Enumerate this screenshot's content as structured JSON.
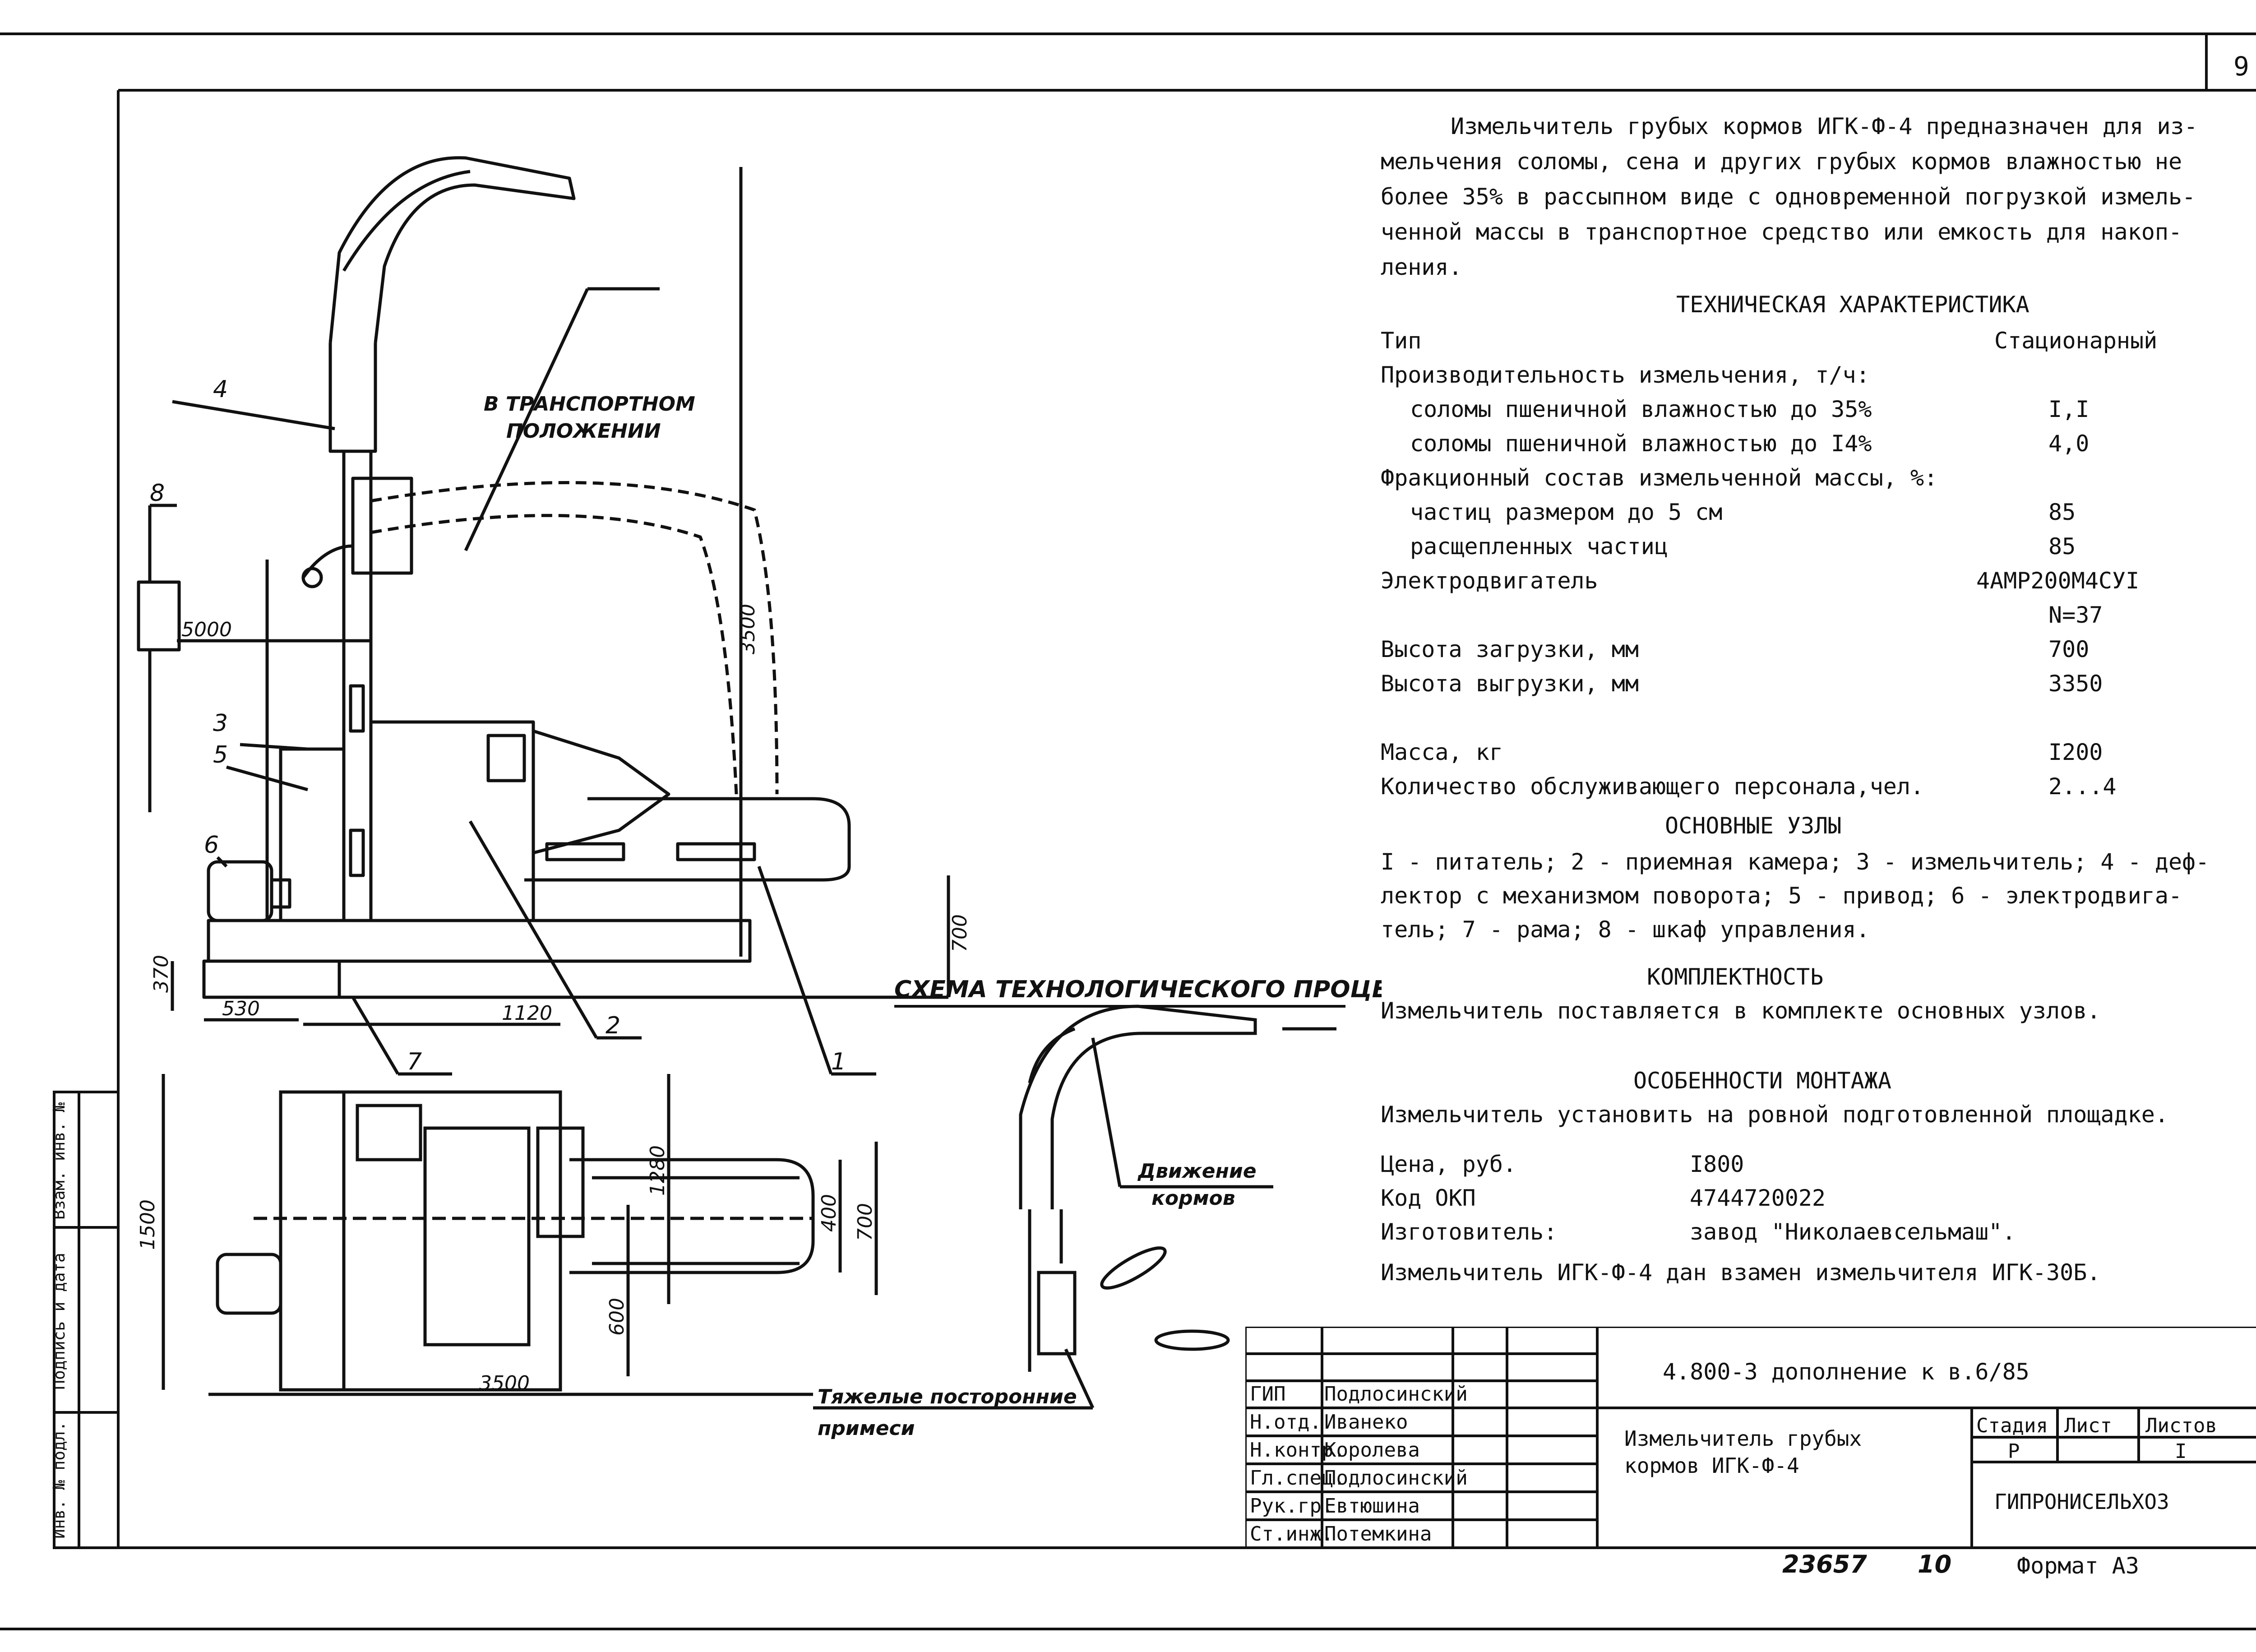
{
  "sheet": {
    "page_number": "9"
  },
  "intro_text": [
    "Измельчитель грубых кормов ИГК-Ф-4 предназначен для из-",
    "мельчения соломы, сена и других грубых кормов влажностью не",
    "более 35% в рассыпном виде с одновременной погрузкой измель-",
    "ченной массы в транспортное средство или емкость для накоп-",
    "ления."
  ],
  "tech": {
    "title": "ТЕХНИЧЕСКАЯ ХАРАКТЕРИСТИКА",
    "rows": [
      {
        "label": "Тип",
        "value": "Стационарный",
        "indent": false
      },
      {
        "label": "Производительность измельчения, т/ч:",
        "value": "",
        "indent": false
      },
      {
        "label": "соломы пшеничной влажностью до 35%",
        "value": "I,I",
        "indent": true
      },
      {
        "label": "соломы пшеничной влажностью до I4%",
        "value": "4,0",
        "indent": true
      },
      {
        "label": "Фракционный состав измельченной массы, %:",
        "value": "",
        "indent": false
      },
      {
        "label": "частиц размером до 5 см",
        "value": "85",
        "indent": true
      },
      {
        "label": "расщепленных частиц",
        "value": "85",
        "indent": true
      },
      {
        "label": "Электродвигатель",
        "value": "4АМР200М4СУI",
        "indent": false
      },
      {
        "label": "",
        "value": "N=37",
        "indent": false
      },
      {
        "label": "Высота загрузки, мм",
        "value": "700",
        "indent": false
      },
      {
        "label": "Высота выгрузки, мм",
        "value": "3350",
        "indent": false
      },
      {
        "label": "",
        "value": "",
        "indent": false
      },
      {
        "label": "Масса, кг",
        "value": "I200",
        "indent": false
      },
      {
        "label": "Количество обслуживающего персонала,чел.",
        "value": "2...4",
        "indent": false
      }
    ]
  },
  "units": {
    "title": "ОСНОВНЫЕ УЗЛЫ",
    "lines": [
      "I - питатель; 2 - приемная камера; 3 - измельчитель; 4 - деф-",
      "лектор с механизмом поворота; 5 - привод; 6 - электродвига-",
      "тель; 7 - рама; 8 - шкаф управления."
    ]
  },
  "completeness": {
    "title": "КОМПЛЕКТНОСТЬ",
    "text": "Измельчитель поставляется в комплекте основных узлов."
  },
  "mounting": {
    "title": "ОСОБЕННОСТИ МОНТАЖА",
    "text": "Измельчитель установить на ровной подготовленной площадке."
  },
  "info": [
    {
      "label": "Цена, руб.",
      "value": "I800"
    },
    {
      "label": "Код ОКП",
      "value": "4744720022"
    },
    {
      "label": "Изготовитель:",
      "value": "завод \"Николаевсельмаш\"."
    }
  ],
  "replacement_note": "Измельчитель ИГК-Ф-4 дан взамен измельчителя ИГК-30Б.",
  "drawing": {
    "transport_label_1": "В ТРАНСПОРТНОМ",
    "transport_label_2": "ПОЛОЖЕНИИ",
    "dims": {
      "height_total": "3500",
      "cabinet_offset": "5000",
      "base_height": "370",
      "motor_offset": "530",
      "load_height": "700",
      "plan_width": "1120",
      "plan_depth": "1500",
      "plan_inner": "1280",
      "plan_feed_400": "400",
      "plan_feed_700": "700",
      "plan_600": "600",
      "plan_length": "3500"
    },
    "callouts": [
      "1",
      "2",
      "3",
      "4",
      "5",
      "6",
      "7",
      "8"
    ]
  },
  "scheme": {
    "title": "СХЕМА ТЕХНОЛОГИЧЕСКОГО ПРОЦЕССА",
    "movement_1": "Движение",
    "movement_2": "кормов",
    "heavy_1": "Тяжелые посторонние",
    "heavy_2": "примеси"
  },
  "side_stamp": [
    "Инв. № подл.",
    "Подпись и дата",
    "Взам. инв. №"
  ],
  "title_block": {
    "doc_code": "4.800-3 дополнение к в.6/85",
    "title_1": "Измельчитель грубых",
    "title_2": "кормов ИГК-Ф-4",
    "stage_header": "Стадия",
    "sheet_header": "Лист",
    "sheets_header": "Листов",
    "stage": "Р",
    "sheets": "I",
    "org": "ГИПРОНИСЕЛЬХОЗ",
    "people": [
      {
        "role": "ГИП",
        "name": "Подлосинский"
      },
      {
        "role": "Н.отд.",
        "name": "Иванеко"
      },
      {
        "role": "Н.контр.",
        "name": "Королева"
      },
      {
        "role": "Гл.спец.",
        "name": "Подлосинский"
      },
      {
        "role": "Рук.гр.",
        "name": "Евтюшина"
      },
      {
        "role": "Ст.инж.",
        "name": "Потемкина"
      }
    ]
  },
  "footer": {
    "inventory": "23657",
    "sheet_no": "10",
    "format": "Формат А3"
  }
}
